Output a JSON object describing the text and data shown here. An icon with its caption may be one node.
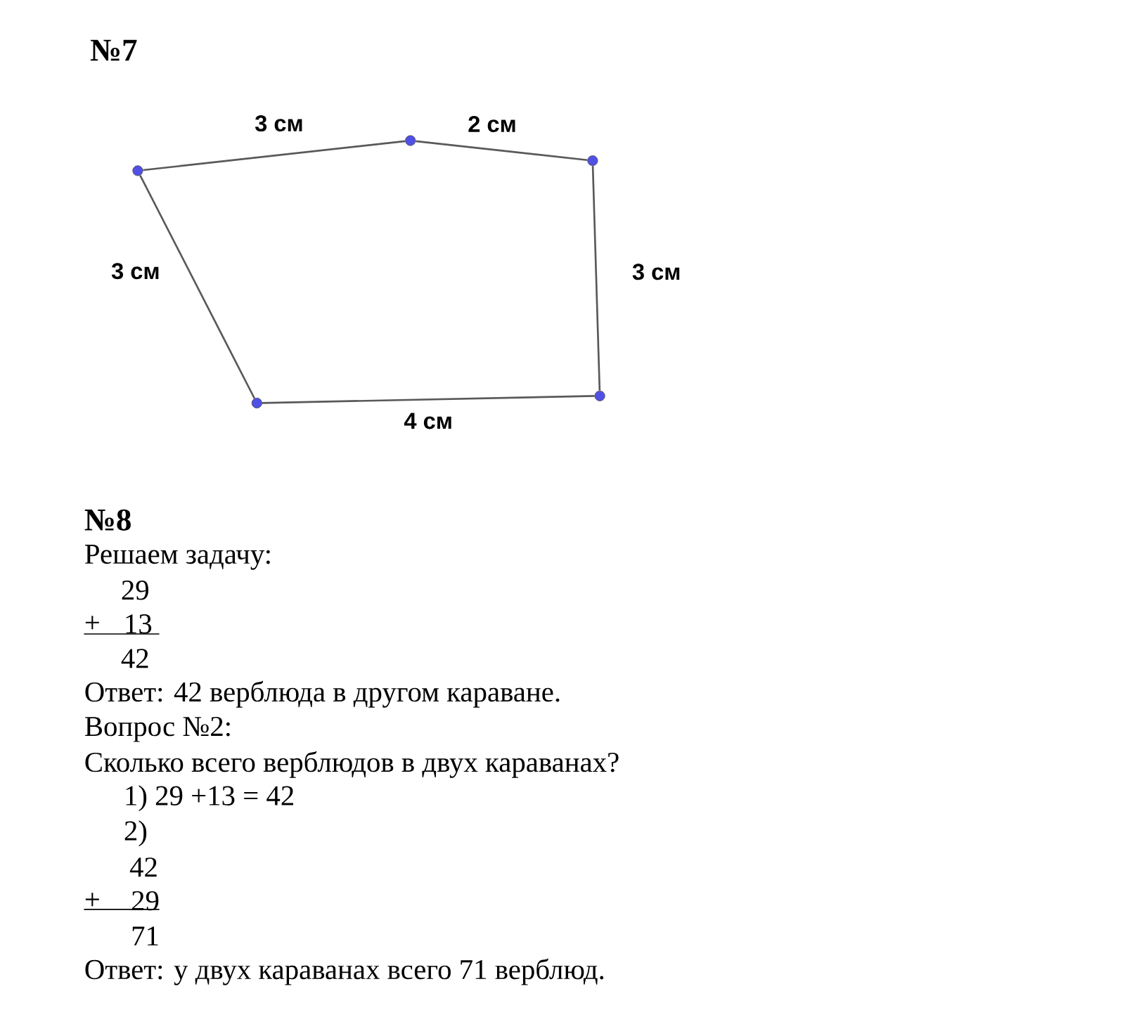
{
  "diagram": {
    "nodes": [
      {
        "text": [],
        "shape": "circle"
      },
      {
        "text": [],
        "shape": "circle"
      },
      {
        "text": [],
        "shape": "circle"
      },
      {
        "text": [],
        "shape": "circle"
      },
      {
        "text": [],
        "shape": "circle"
      }
    ],
    "edges": [
      {
        "from": 0,
        "to": 1,
        "arrow": "none",
        "label": "3 см"
      },
      {
        "from": 1,
        "to": 2,
        "arrow": "none",
        "label": "2 см"
      },
      {
        "from": 2,
        "to": 3,
        "arrow": "none",
        "label": "3 см"
      },
      {
        "from": 3,
        "to": 4,
        "arrow": "none",
        "label": "4 см"
      },
      {
        "from": 4,
        "to": 0,
        "arrow": "none",
        "label": "3 см"
      }
    ],
    "labels": [
      "№7",
      "№8",
      "Решаем задачу:",
      "29",
      "+",
      "13",
      "42",
      "Ответ: 42 верблюда в другом караване.",
      "Вопрос №2:",
      "Сколько всего верблюдов в двух караванах?",
      "1) 29 +13 = 42",
      "2)",
      "42",
      "+",
      "29",
      "71",
      "Ответ: у двух караванах всего 71 верблюд."
    ]
  }
}
